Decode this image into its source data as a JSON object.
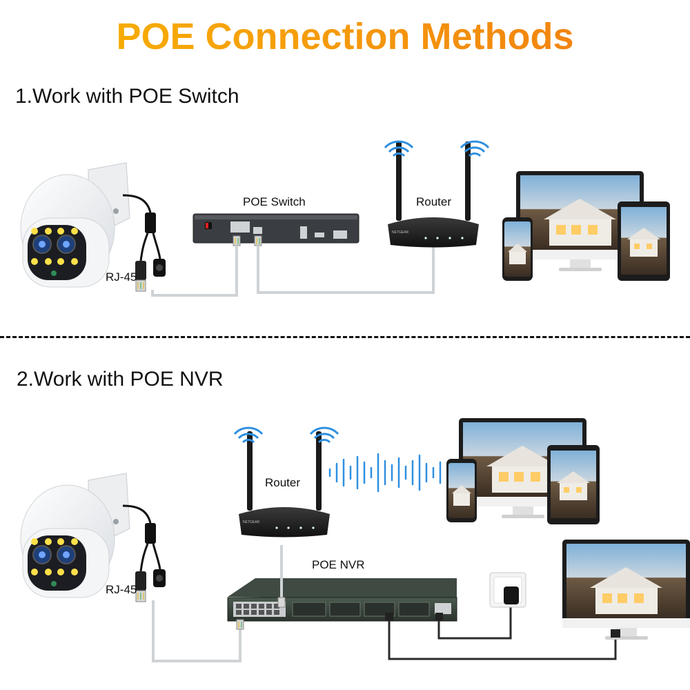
{
  "title": "POE Connection Methods",
  "section1": {
    "heading": "1.Work with POE Switch",
    "labels": {
      "poe_switch": "POE Switch",
      "router": "Router",
      "rj45": "RJ-45"
    },
    "router_brand": "NETGEAR"
  },
  "section2": {
    "heading": "2.Work with POE NVR",
    "labels": {
      "router": "Router",
      "poe_nvr": "POE NVR",
      "rj45": "RJ-45"
    },
    "router_brand": "NETGEAR"
  },
  "colors": {
    "title_gradient_start": "#f7b500",
    "title_gradient_end": "#f07a12",
    "wifi_blue": "#2f8fe0",
    "device_dark": "#1e1e1e"
  }
}
